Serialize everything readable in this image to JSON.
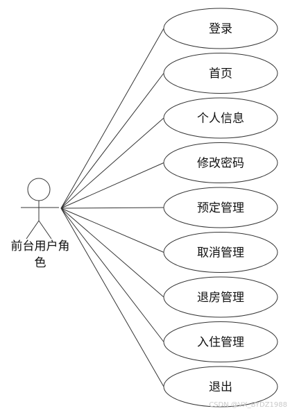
{
  "actor": {
    "label": "前台用户角\n色"
  },
  "use_cases": [
    {
      "label": "登录"
    },
    {
      "label": "首页"
    },
    {
      "label": "个人信息"
    },
    {
      "label": "修改密码"
    },
    {
      "label": "预定管理"
    },
    {
      "label": "取消管理"
    },
    {
      "label": "退房管理"
    },
    {
      "label": "入住管理"
    },
    {
      "label": "退出"
    }
  ],
  "watermark": "CSDN @VX_BYDZ1988",
  "colors": {
    "stroke": "#333333",
    "text": "#111111",
    "fill": "#ffffff"
  }
}
